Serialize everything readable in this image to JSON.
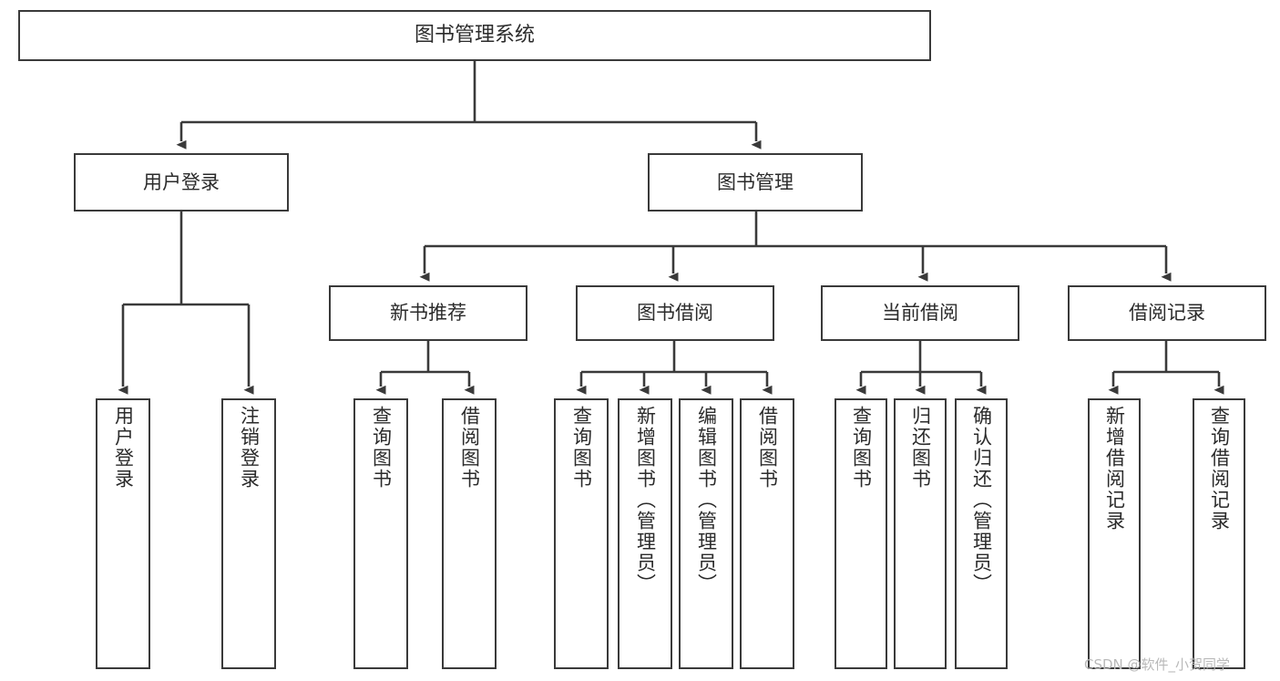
{
  "diagram": {
    "title": "图书管理系统",
    "type": "function-tree",
    "root": {
      "label": "图书管理系统"
    },
    "level1": [
      {
        "label": "用户登录"
      },
      {
        "label": "图书管理"
      }
    ],
    "level2": [
      {
        "label": "新书推荐"
      },
      {
        "label": "图书借阅"
      },
      {
        "label": "当前借阅"
      },
      {
        "label": "借阅记录"
      }
    ],
    "leaves": {
      "user_login": [
        {
          "label": "用户登录"
        },
        {
          "label": "注销登录"
        }
      ],
      "new_book_recommend": [
        {
          "label": "查询图书"
        },
        {
          "label": "借阅图书"
        }
      ],
      "book_borrow": [
        {
          "label": "查询图书"
        },
        {
          "label": "新增图书（管理员）"
        },
        {
          "label": "编辑图书（管理员）"
        },
        {
          "label": "借阅图书"
        }
      ],
      "current_borrow": [
        {
          "label": "查询图书"
        },
        {
          "label": "归还图书"
        },
        {
          "label": "确认归还（管理员）"
        }
      ],
      "borrow_record": [
        {
          "label": "新增借阅记录"
        },
        {
          "label": "查询借阅记录"
        }
      ]
    }
  },
  "watermark": {
    "text": "CSDN @软件_小贺同学"
  },
  "colors": {
    "stroke": "#3a3a3a",
    "fill": "#ffffff",
    "text": "#2b2b2b",
    "watermark": "#b9b9b9"
  }
}
